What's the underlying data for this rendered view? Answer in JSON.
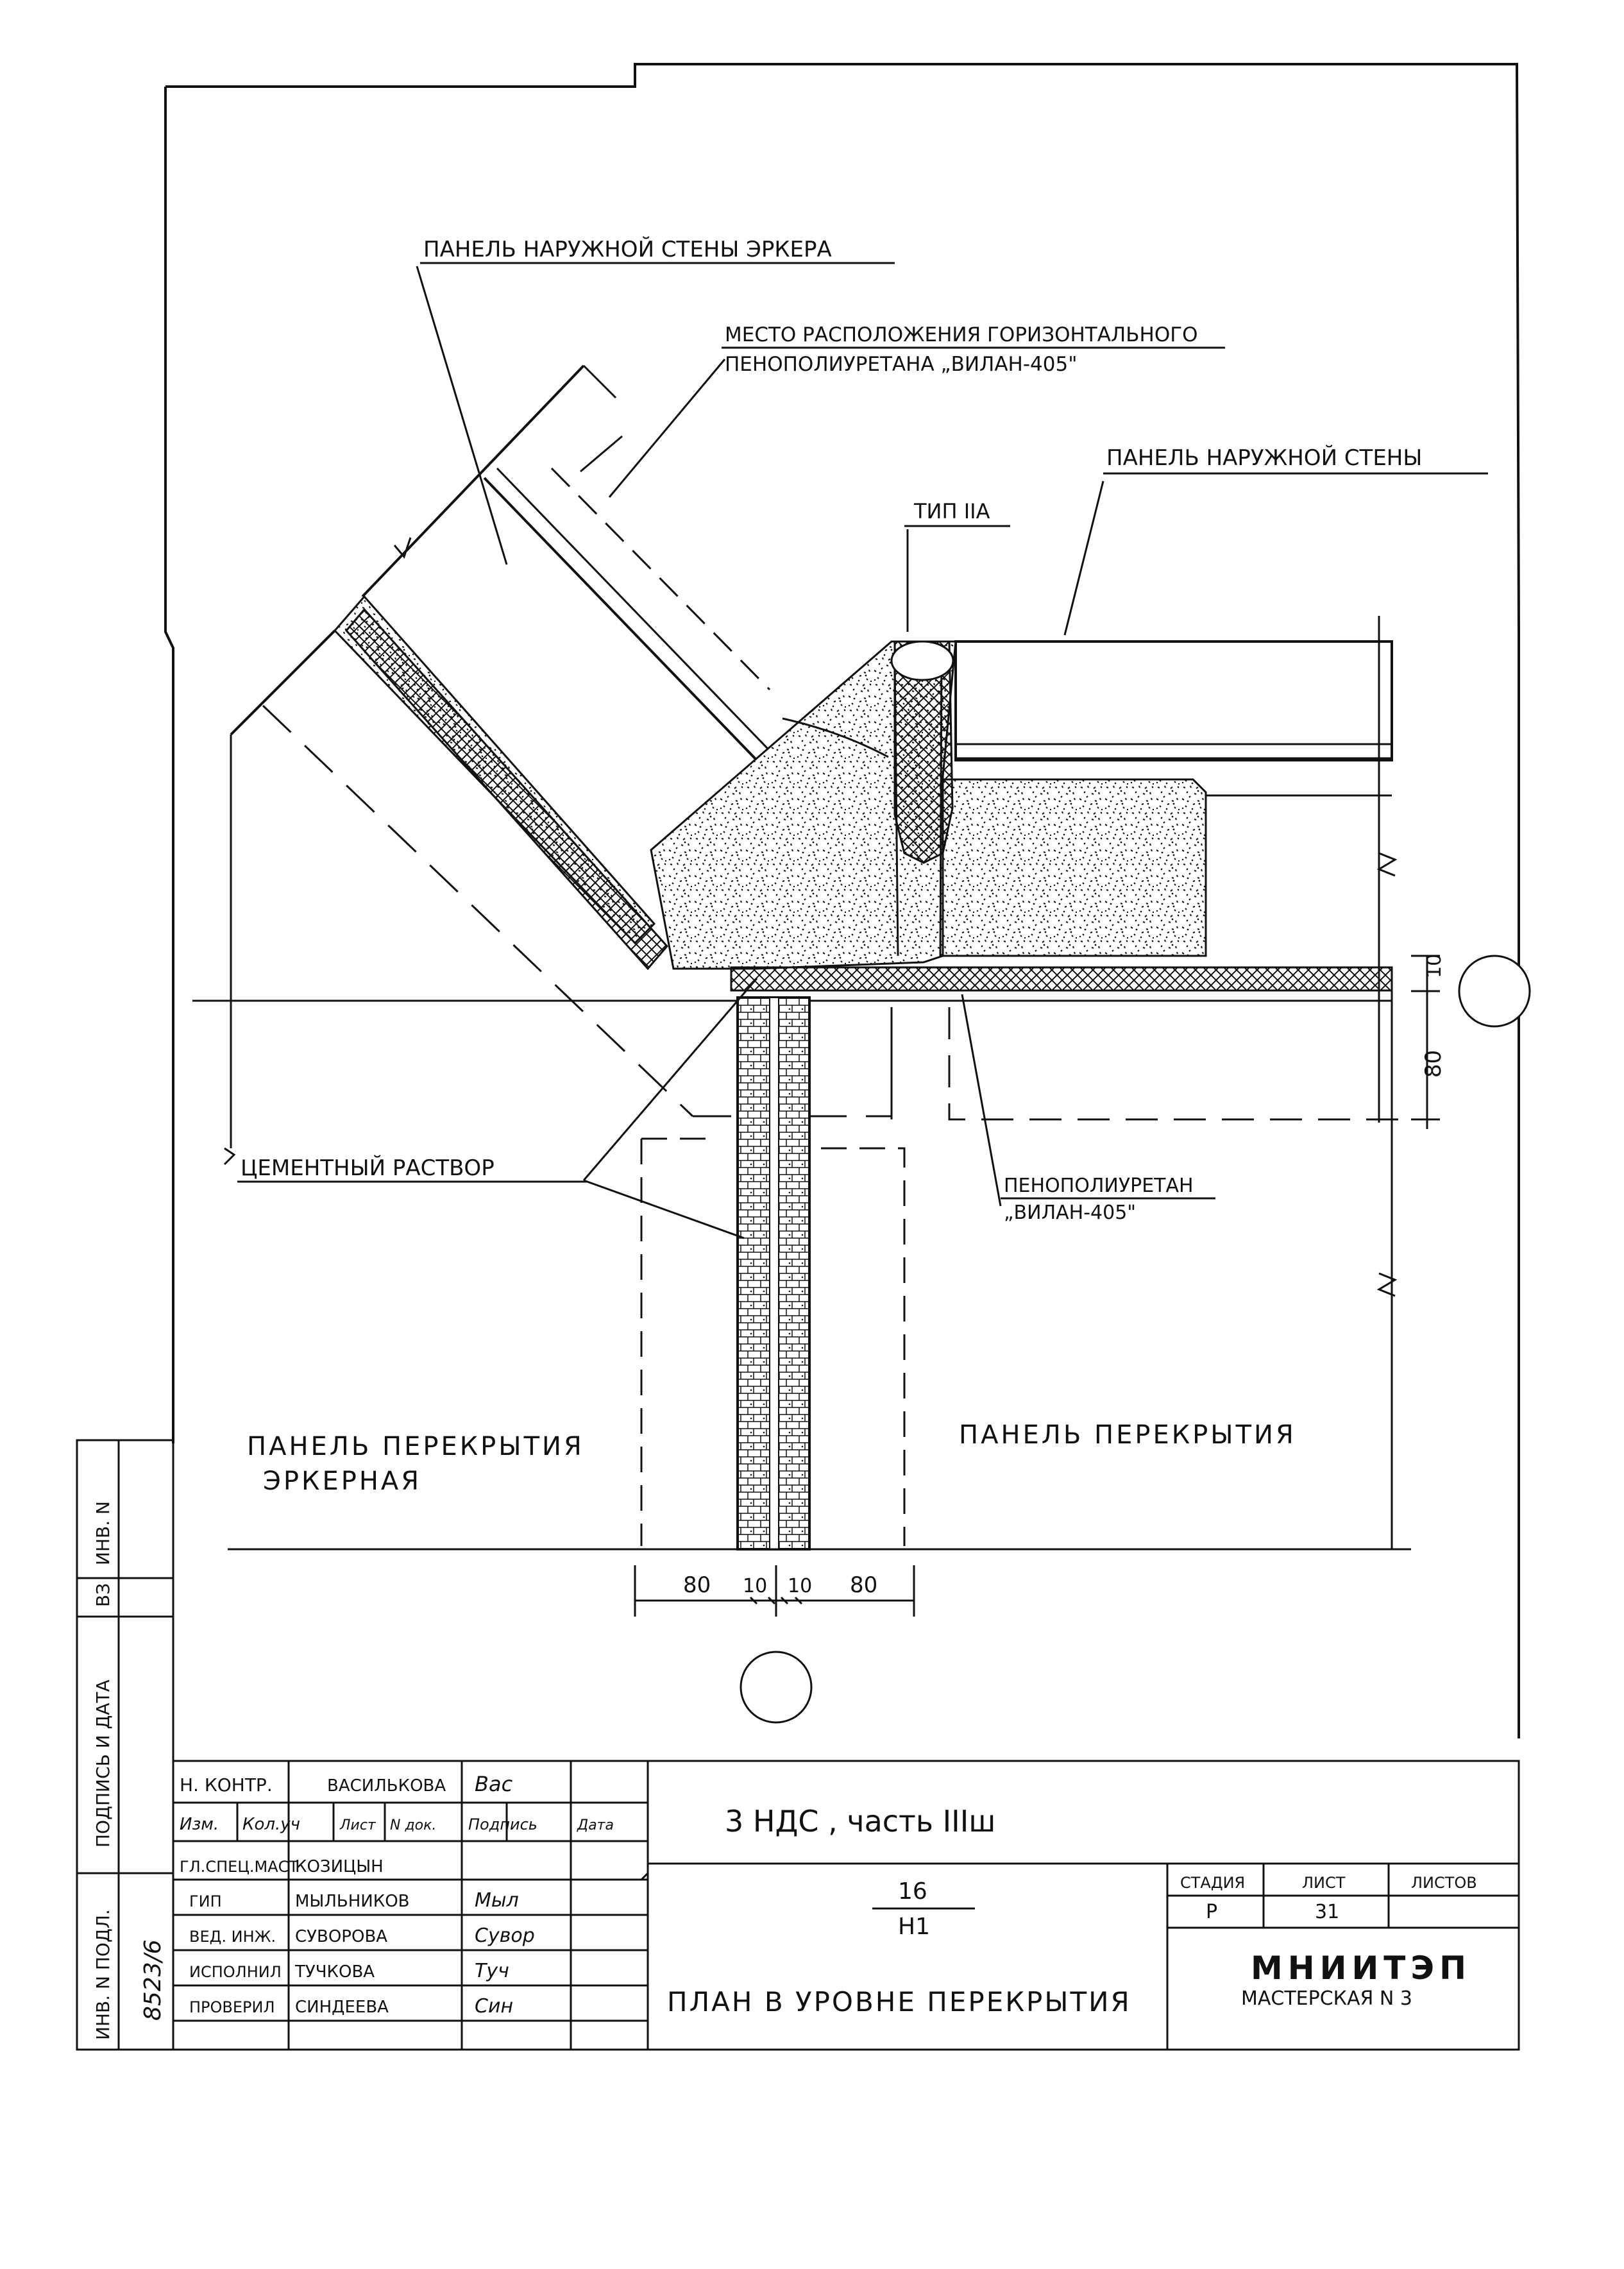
{
  "drawing": {
    "labels": {
      "bay_wall_panel": "ПАНЕЛЬ НАРУЖНОЙ СТЕНЫ ЭРКЕРА",
      "foam_location_line1": "МЕСТО РАСПОЛОЖЕНИЯ ГОРИЗОНТАЛЬНОГО",
      "foam_location_line2": "ПЕНОПОЛИУРЕТАНА „ВИЛАН-405\"",
      "outer_wall_panel": "ПАНЕЛЬ НАРУЖНОЙ СТЕНЫ",
      "type": "ТИП IIА",
      "cement_mortar": "ЦЕМЕНТНЫЙ РАСТВОР",
      "foam_line1": "ПЕНОПОЛИУРЕТАН",
      "foam_line2": "„ВИЛАН-405\"",
      "bay_floor_panel_line1": "ПАНЕЛЬ ПЕРЕКРЫТИЯ",
      "bay_floor_panel_line2": "ЭРКЕРНАЯ",
      "floor_panel": "ПАНЕЛЬ ПЕРЕКРЫТИЯ"
    },
    "dimensions": {
      "right_top": "10",
      "right_bottom": "80",
      "bottom_1": "80",
      "bottom_2": "10",
      "bottom_3": "10",
      "bottom_4": "80"
    }
  },
  "side_stamp": {
    "inv_podl": "ИНВ. N ПОДЛ.",
    "podpis_data": "ПОДПИСЬ И ДАТА",
    "vz": "ВЗ",
    "inv": "ИНВ. N",
    "number_handwritten": "8523/6"
  },
  "title_block": {
    "project": "3 НДС , часть IIIш",
    "sheet_code_top": "16",
    "sheet_code_bottom": "Н1",
    "drawing_title": "ПЛАН В УРОВНЕ ПЕРЕКРЫТИЯ",
    "org_name": "МНИИТЭП",
    "org_workshop": "МАСТЕРСКАЯ N 3",
    "stage_header": "СТАДИЯ",
    "sheet_header": "ЛИСТ",
    "sheets_header": "ЛИСТОВ",
    "stage_value": "Р",
    "sheet_value": "31",
    "sheets_value": "",
    "columns": {
      "izm": "Изм.",
      "kol_uch": "Кол.уч",
      "list": "Лист",
      "n_dok": "N док.",
      "podpis": "Подпись",
      "data": "Дата"
    },
    "staff": [
      {
        "role": "Н. КОНТР.",
        "name": "ВАСИЛЬКОВА",
        "sign": "Вас"
      },
      {
        "role": "ГЛ.СПЕЦ.МАСТ",
        "name": "КОЗИЦЫН",
        "sign": ""
      },
      {
        "role": "ГИП",
        "name": "МЫЛЬНИКОВ",
        "sign": "Мыл"
      },
      {
        "role": "ВЕД. ИНЖ.",
        "name": "СУВОРОВА",
        "sign": "Сувор"
      },
      {
        "role": "ИСПОЛНИЛ",
        "name": "ТУЧКОВА",
        "sign": "Туч"
      },
      {
        "role": "ПРОВЕРИЛ",
        "name": "СИНДЕЕВА",
        "sign": "Син"
      }
    ]
  }
}
